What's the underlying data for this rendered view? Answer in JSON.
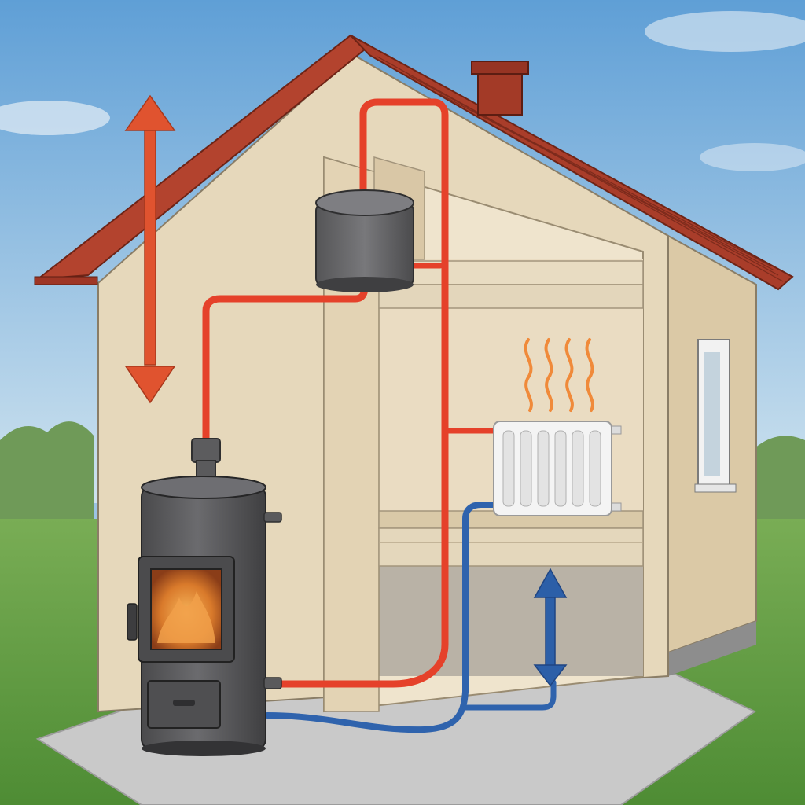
{
  "colors": {
    "sky_top": "#5f9fd6",
    "sky_bottom": "#cfe3ef",
    "grass": "#5d9a3e",
    "wall_front": "#e7d9bd",
    "wall_side": "#dccbaa",
    "interior": "#eee3cb",
    "roof": "#b3432e",
    "floor": "#cfcfcf",
    "hot_pipe": "#e5412a",
    "cold_pipe": "#2f63ad",
    "stove": "#5a5a5c",
    "fire": "#e0882e",
    "radiator": "#f4f4f4",
    "heat_waves": "#f08a3a",
    "arrow_hot": "#e0532f",
    "arrow_cold": "#2c5fa8"
  },
  "icons": {
    "hot_arrow": "double-arrow-vertical-hot",
    "cold_arrow": "double-arrow-vertical-cold",
    "heat": "heat-waves"
  }
}
